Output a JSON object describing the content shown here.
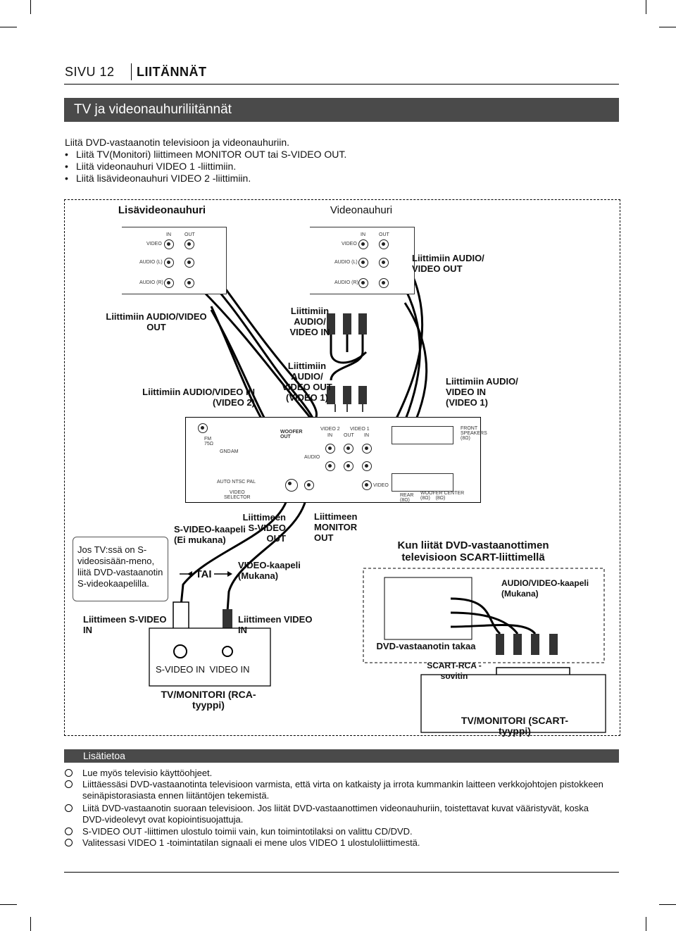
{
  "header": {
    "page_num": "SIVU 12",
    "section": "LIITÄNNÄT"
  },
  "title_bar": "TV ja videonauhuriliitännät",
  "intro": "Liitä DVD-vastaanotin televisioon ja videonauhuriin.",
  "bullets": [
    "Liitä TV(Monitori) liittimeen MONITOR OUT tai S-VIDEO OUT.",
    "Liitä videonauhuri VIDEO 1 -liittimiin.",
    "Liitä lisävideonauhuri VIDEO 2 -liittimiin."
  ],
  "diagram": {
    "vcr2_title": "Lisävideonauhuri",
    "vcr1_title": "Videonauhuri",
    "vcr_in": "IN",
    "vcr_out": "OUT",
    "vcr_video": "VIDEO",
    "vcr_audio_l": "AUDIO (L)",
    "vcr_audio_r": "AUDIO (R)",
    "lbl_vcr1_out": "Liittimiin AUDIO/\nVIDEO OUT",
    "lbl_vcr2_out": "Liittimiin AUDIO/VIDEO OUT",
    "lbl_vcr1_in": "Liittimiin\nAUDIO/\nVIDEO IN",
    "lbl_dvd_in2": "Liittimiin AUDIO/VIDEO IN\n(VIDEO 2)",
    "lbl_dvd_out1": "Liittimiin\nAUDIO/\nVIDEO OUT\n(VIDEO 1)",
    "lbl_dvd_in1": "Liittimiin AUDIO/\nVIDEO IN\n(VIDEO 1)",
    "rear": {
      "fm": "FM\n75Ω",
      "gnd": "GND",
      "am": "AM",
      "woofer_out": "WOOFER\nOUT",
      "video2": "VIDEO 2",
      "video1": "VIDEO 1",
      "in": "IN",
      "out": "OUT",
      "audio": "AUDIO",
      "front_speakers": "FRONT\nSPEAKERS\n(8Ω)",
      "selector_mode": "AUTO NTSC PAL",
      "video_selector": "VIDEO\nSELECTOR",
      "video": "VIDEO",
      "rear_spk": "REAR\n(8Ω)",
      "woofer_center": "WOOFER CENTER\n(8Ω)    (8Ω)"
    },
    "svideo_cable": "S-VIDEO-kaapeli\n(Ei mukana)",
    "to_svideo_out": "Liittimeen\nS-VIDEO\nOUT",
    "to_monitor_out": "Liittimeen\nMONITOR\nOUT",
    "video_cable": "VIDEO-kaapeli\n(Mukana)",
    "tai": "TAI",
    "remark": "Jos TV:ssä on S-videosisään-meno, liitä DVD-vastaanotin S-videokaapelilla.",
    "to_svideo_in": "Liittimeen S-VIDEO IN",
    "to_video_in": "Liittimeen VIDEO IN",
    "tv_svideo_in": "S-VIDEO IN",
    "tv_video_in": "VIDEO IN",
    "tv_rca": "TV/MONITORI (RCA-tyyppi)",
    "scart_heading": "Kun liität DVD-vastaanottimen\ntelevisioon SCART-liittimellä",
    "av_cable": "AUDIO/VIDEO-kaapeli\n(Mukana)",
    "dvd_back": "DVD-vastaanotin takaa",
    "scart_adapter": "SCART-RCA -sovitin",
    "tv_scart": "TV/MONITORI (SCART-tyyppi)"
  },
  "info": {
    "title": "Lisätietoa",
    "notes": [
      "Lue myös televisio käyttöohjeet.",
      "Liittäessäsi DVD-vastaanotinta televisioon varmista, että virta on katkaisty ja irrota kummankin laitteen verkkojohtojen pistokkeen seinäpistorasiasta ennen liitäntöjen tekemistä.",
      "Liitä DVD-vastaanotin suoraan televisioon. Jos liität DVD-vastaanottimen videonauhuriin, toistettavat kuvat vääristyvät, koska DVD-videolevyt ovat kopiointisuojattuja.",
      "S-VIDEO OUT -liittimen ulostulo toimii vain, kun toimintotilaksi on valittu CD/DVD.",
      "Valitessasi VIDEO 1 -toimintatilan signaali ei mene ulos VIDEO 1 ulostuloliittimestä."
    ]
  }
}
